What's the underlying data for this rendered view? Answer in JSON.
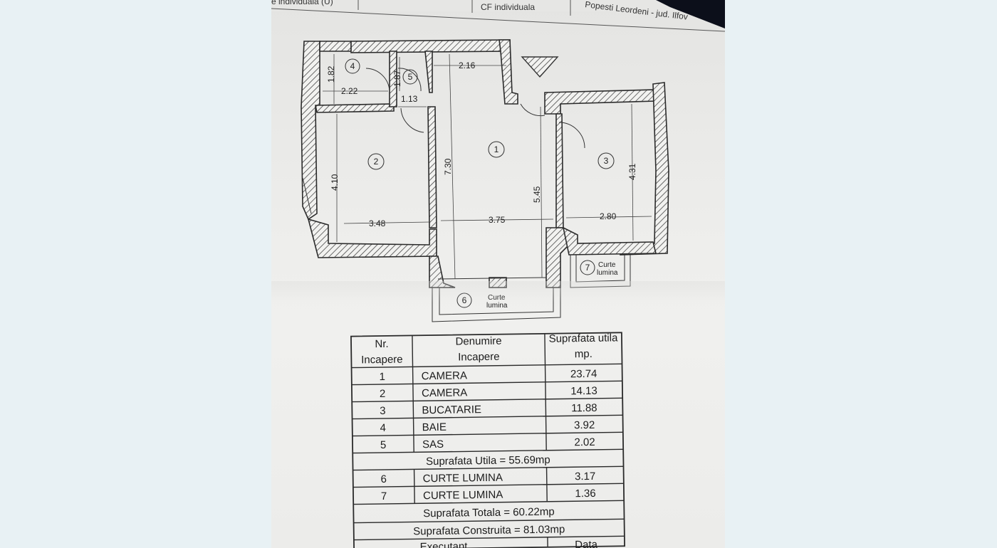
{
  "header": {
    "left_cell": "e individuala (U)",
    "mid_cell": "CF individuala",
    "right_cell": "Popesti Leordeni - jud. Ilfov"
  },
  "plan": {
    "dimensions": {
      "d182": "1.82",
      "d222": "2.22",
      "d187": "1.87",
      "d113": "1.13",
      "d216": "2.16",
      "d410": "4.10",
      "d730": "7.30",
      "d545": "5.45",
      "d431": "4.31",
      "d348": "3.48",
      "d375": "3.75",
      "d280": "2.80"
    },
    "rooms": [
      "1",
      "2",
      "3",
      "4",
      "5",
      "6",
      "7"
    ],
    "courtyard_label_1": "Curte",
    "courtyard_label_2": "lumina"
  },
  "table": {
    "head_nr_1": "Nr.",
    "head_nr_2": "Incapere",
    "head_name_1": "Denumire",
    "head_name_2": "Incapere",
    "head_area_1": "Suprafata utila",
    "head_area_2": "mp.",
    "rows": [
      {
        "nr": "1",
        "name": "CAMERA",
        "area": "23.74"
      },
      {
        "nr": "2",
        "name": "CAMERA",
        "area": "14.13"
      },
      {
        "nr": "3",
        "name": "BUCATARIE",
        "area": "11.88"
      },
      {
        "nr": "4",
        "name": "BAIE",
        "area": "3.92"
      },
      {
        "nr": "5",
        "name": "SAS",
        "area": "2.02"
      }
    ],
    "utila": "Suprafata Utila = 55.69mp",
    "extra_rows": [
      {
        "nr": "6",
        "name": "CURTE LUMINA",
        "area": "3.17"
      },
      {
        "nr": "7",
        "name": "CURTE LUMINA",
        "area": "1.36"
      }
    ],
    "totala": "Suprafata Totala = 60.22mp",
    "construita": "Suprafata Construita = 81.03mp",
    "executant": "Executant",
    "data": "Data"
  }
}
